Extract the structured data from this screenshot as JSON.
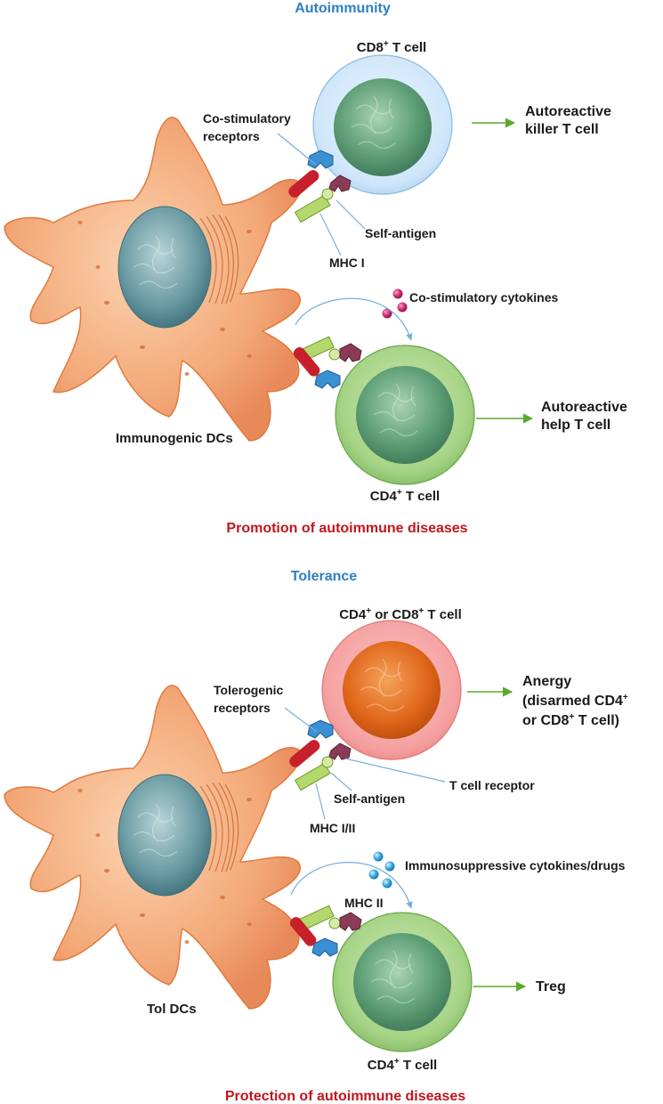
{
  "top_panel": {
    "heading": "Autoimmunity",
    "cd8_label": "CD8",
    "cd8_label_sup": "+",
    "cd8_label_rest": " T cell",
    "costim_receptors_line1": "Co-stimulatory",
    "costim_receptors_line2": "receptors",
    "self_antigen": "Self-antigen",
    "mhc1": "MHC I",
    "costim_cytokines": "Co-stimulatory  cytokines",
    "outcome_killer_line1": "Autoreactive",
    "outcome_killer_line2": "killer T cell",
    "outcome_help_line1": "Autoreactive",
    "outcome_help_line2": "help T cell",
    "dc_label": "Immunogenic DCs",
    "cd4_label": "CD4",
    "cd4_label_sup": "+",
    "cd4_label_rest": " T cell",
    "footer": "Promotion of autoimmune diseases"
  },
  "bottom_panel": {
    "heading": "Tolerance",
    "tcell_label_a": "CD4",
    "tcell_label_sup1": "+",
    "tcell_label_b": " or CD8",
    "tcell_label_sup2": "+",
    "tcell_label_c": " T cell",
    "tolero_receptors_line1": "Tolerogenic",
    "tolero_receptors_line2": "receptors",
    "self_antigen": "Self-antigen",
    "tcr": "T cell receptor",
    "mhc12": "MHC I/II",
    "mhc2": "MHC II",
    "immunosupp": "Immunosuppressive cytokines/drugs",
    "anergy_line1": "Anergy",
    "anergy_line2a": "(disarmed CD4",
    "anergy_line2_sup": "+",
    "anergy_line3a": "or CD8",
    "anergy_line3_sup": "+",
    "anergy_line3b": " T cell)",
    "treg": "Treg",
    "dc_label": "Tol DCs",
    "cd4_label": "CD4",
    "cd4_label_sup": "+",
    "cd4_label_rest": " T cell",
    "footer": "Protection of autoimmune diseases"
  },
  "colors": {
    "heading_blue": "#2e7fc1",
    "footer_red": "#c0161c",
    "dc_body": "#f0a070",
    "cd8_cell": "#cfe6fa",
    "cd4_cell": "#9fcf7e",
    "anergic_cell": "#f5a0a0",
    "anergic_nucleus": "#e0661a",
    "arrow_green": "#5aaa2c"
  }
}
